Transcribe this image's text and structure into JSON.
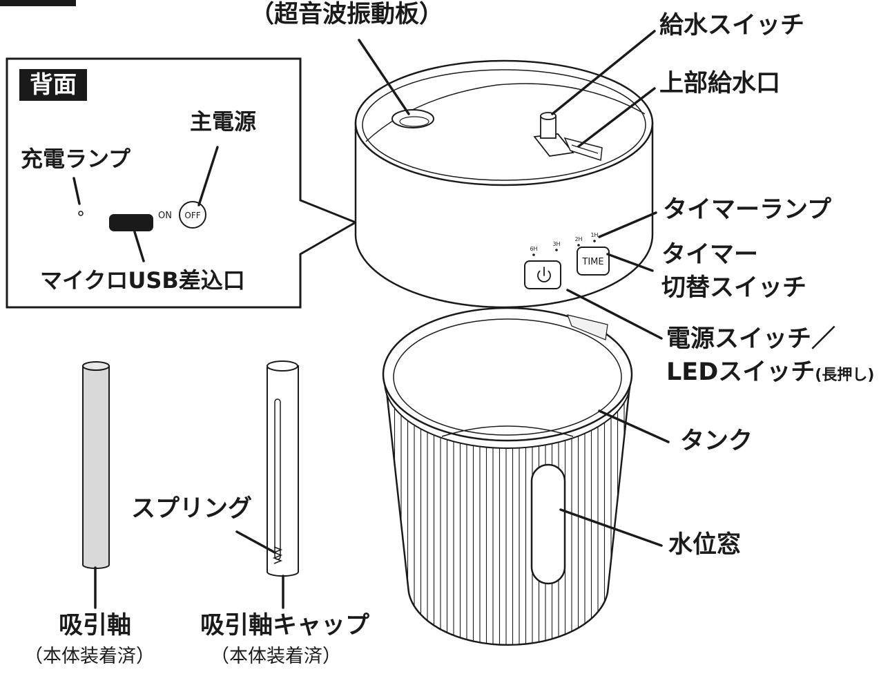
{
  "labels": {
    "vibration_plate": "（超音波振動板）",
    "water_switch": "給水スイッチ",
    "top_inlet": "上部給水口",
    "timer_lamp": "タイマーランプ",
    "timer_switch": {
      "line1": "タイマー",
      "line2": "切替スイッチ"
    },
    "power_switch": {
      "line1": "電源スイッチ／",
      "line2": "LEDスイッチ",
      "note": "(長押し)"
    },
    "tank": "タンク",
    "water_window": "水位窓",
    "spring": "スプリング",
    "suction_shaft": {
      "name": "吸引軸",
      "note": "（本体装着済）"
    },
    "suction_cap": {
      "name": "吸引軸キャップ",
      "note": "（本体装着済）"
    }
  },
  "back_panel": {
    "title": "背面",
    "main_power": "主電源",
    "charge_lamp": "充電ランプ",
    "usb_port": "マイクロUSB差込口",
    "switch_on": "ON",
    "switch_off": "OFF"
  },
  "device": {
    "timer_marks": [
      "6H",
      "3H",
      "2H",
      "1H"
    ],
    "time_button": "TIME"
  },
  "colors": {
    "ink": "#1a1a1a",
    "rod_fill": "#d9d9d9"
  }
}
